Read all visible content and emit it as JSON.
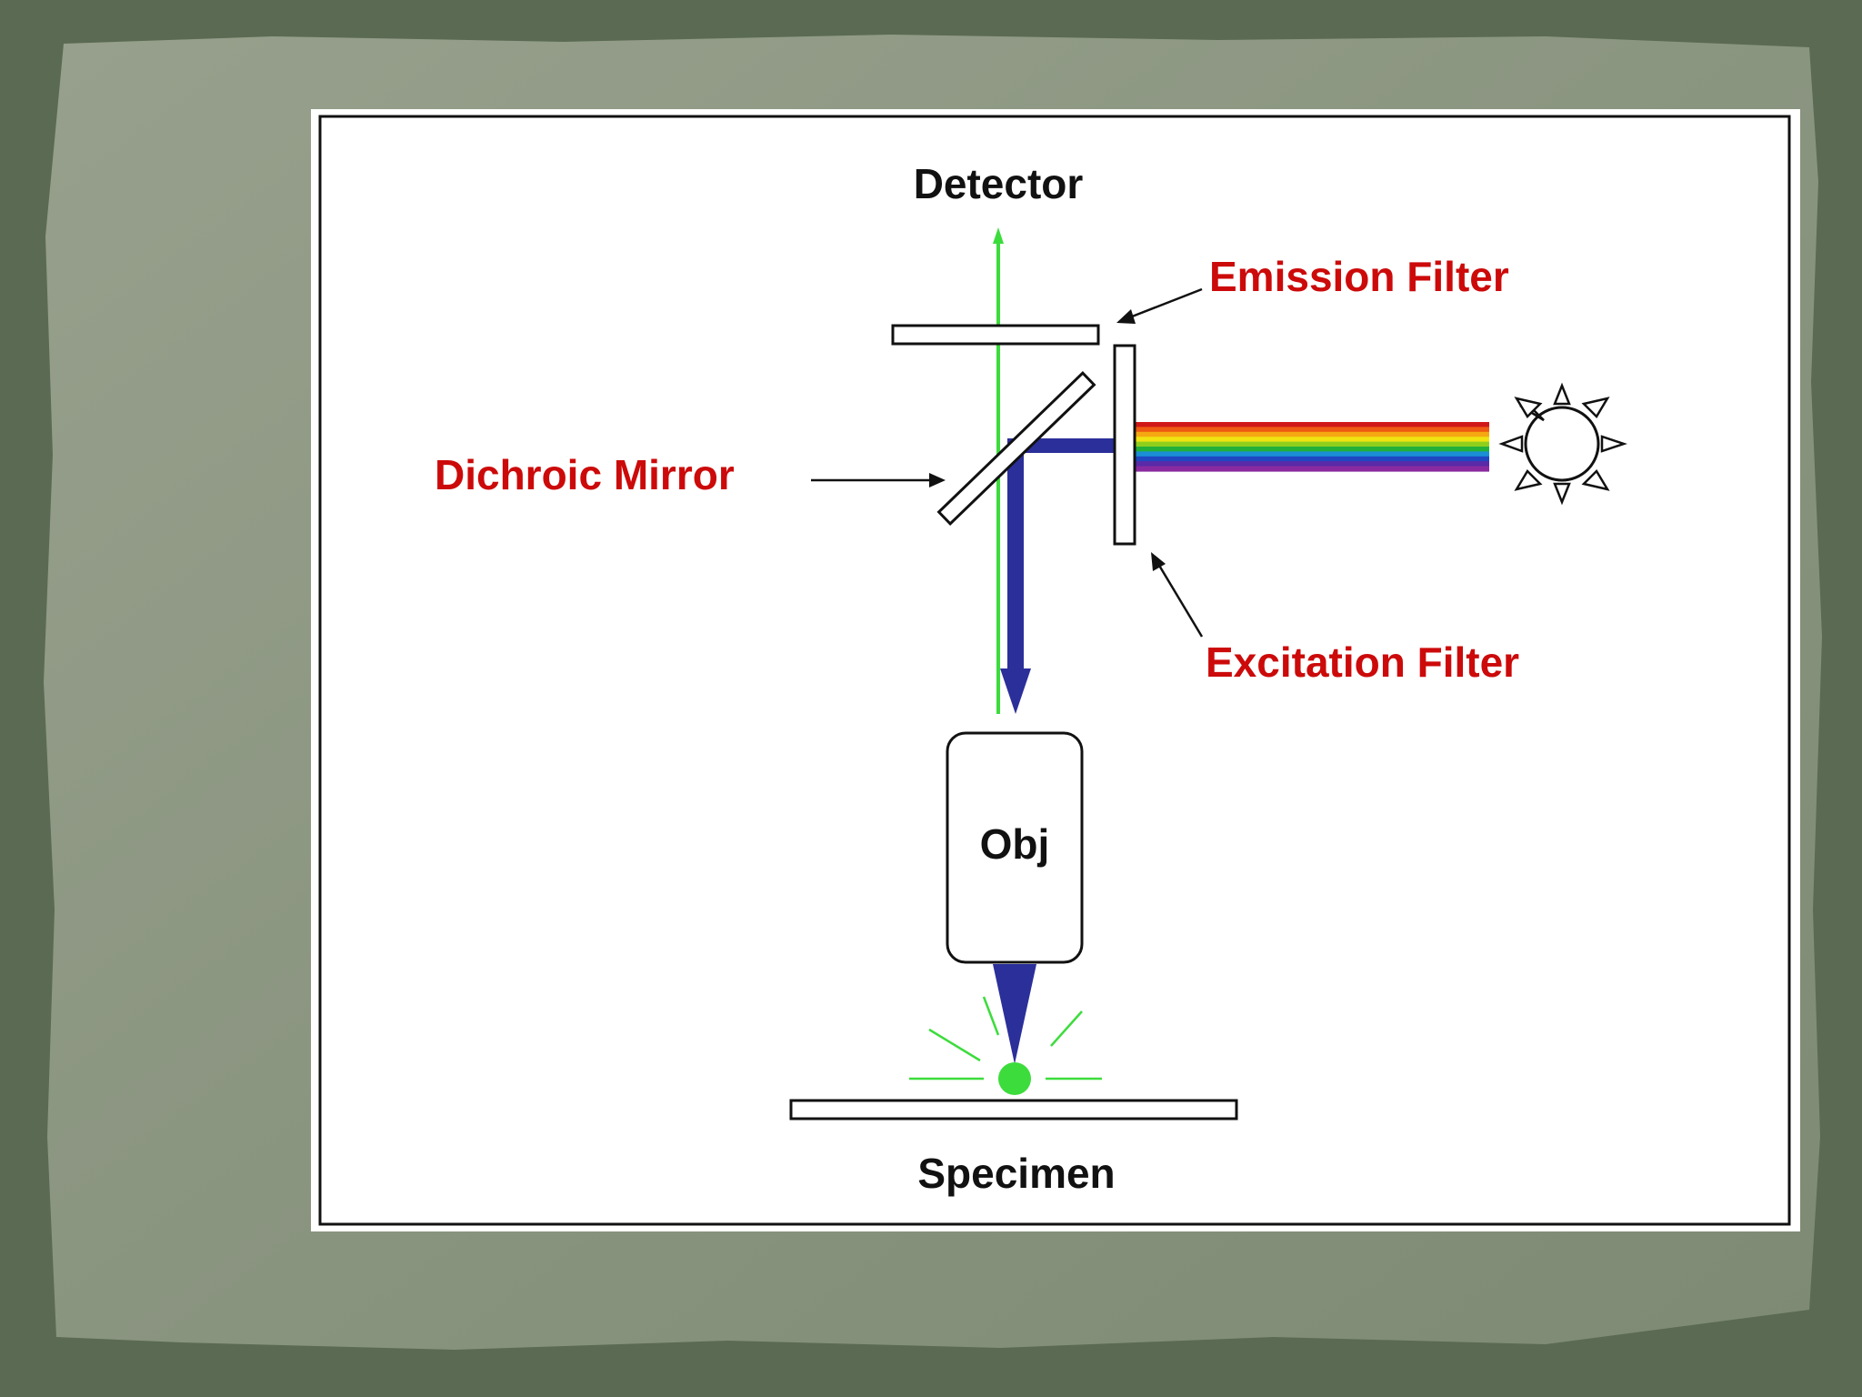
{
  "labels": {
    "detector": "Detector",
    "emission_filter": "Emission Filter",
    "dichroic_mirror": "Dichroic Mirror",
    "excitation_filter": "Excitation Filter",
    "objective": "Obj",
    "specimen": "Specimen"
  },
  "colors": {
    "label_red": "#cc0a0a",
    "label_black": "#111111",
    "excitation_beam": "#2b2f9a",
    "emission_beam": "#3cdc3c",
    "background": "#5b6a52",
    "paper": "#8c9781"
  },
  "spectrum_colors": [
    "#d01818",
    "#ee5a12",
    "#f5a811",
    "#f0e312",
    "#8fcf1c",
    "#22b03a",
    "#1a8fd6",
    "#2046c0",
    "#5a2aa8",
    "#8a2aa0"
  ]
}
